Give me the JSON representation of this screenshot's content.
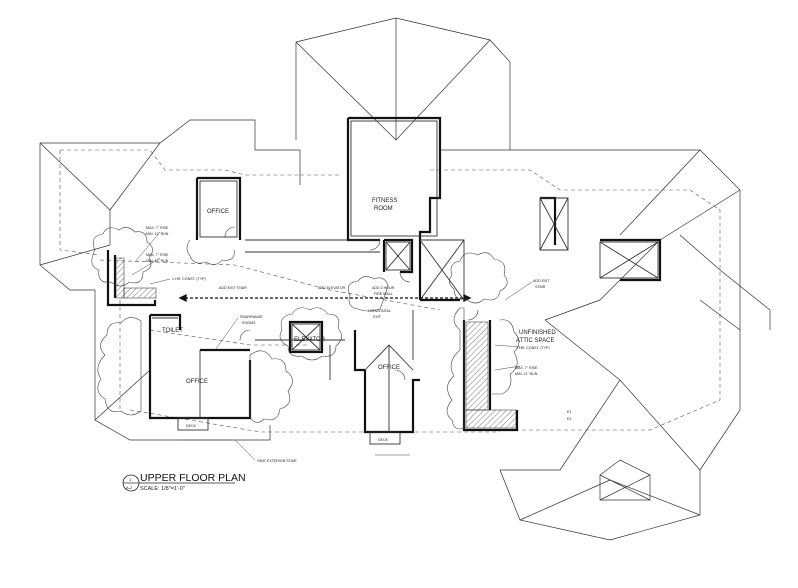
{
  "drawing": {
    "title": "UPPER FLOOR PLAN",
    "scale": "SCALE: 1/8\"=1'-0\"",
    "sheet_number": "1",
    "sheet_ref": "A-2"
  },
  "rooms": {
    "fitness_room_1": "FITNESS",
    "fitness_room_2": "ROOM",
    "office_top": "OFFICE",
    "office_left": "OFFICE",
    "office_center": "OFFICE",
    "toilet": "TOILET",
    "elevator": "ELEVATOR",
    "attic_1": "UNFINISHED",
    "attic_2": "ATTIC SPACE",
    "deck_left": "DECK",
    "deck_center": "DECK"
  },
  "notes": {
    "stair_max_1a": "MAX. 7\" RISE",
    "stair_max_1b": "MIN. 11\" RUN",
    "stair_max_2a": "MAX. 7\" RISE",
    "stair_max_2b": "MIN. 11\" RUN",
    "stair_max_3a": "MAX. 7\" RISE",
    "stair_max_3b": "MIN. 11\" RUN",
    "one_hr_left": "1 HR. CONST. (TYP)",
    "one_hr_right": "1 HR. CONST. (TYP)",
    "add_exit_stair": "ADD EXIT STAIR",
    "add_elevator": "ADD ELEVATOR",
    "add_fire_wall_1": "ADD 2 HOUR",
    "add_fire_wall_2": "FIRE WALL",
    "horizontal_exit_1": "HORIZONTAL",
    "horizontal_exit_2": "EXIT",
    "rearrange_1": "REARRANGE",
    "rearrange_2": "ROOMS",
    "add_exit_r1": "ADD EXIT",
    "add_exit_r2": "STAIR",
    "omit_stair": "OMIT EXTERIOR STAIR",
    "e1": "E1",
    "e2": "E1"
  }
}
